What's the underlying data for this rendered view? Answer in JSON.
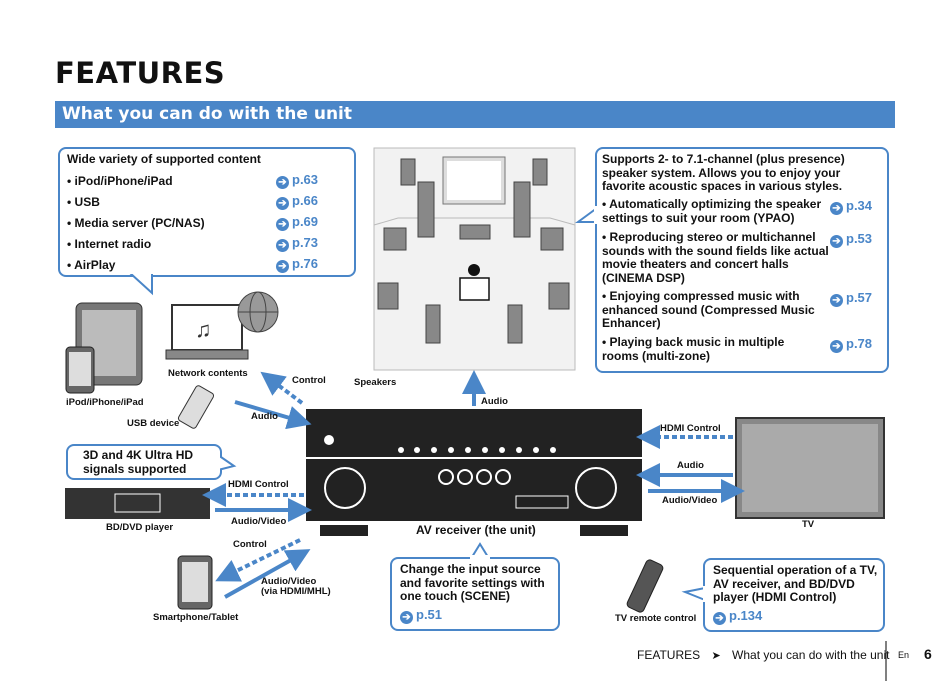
{
  "page": {
    "title": "FEATURES",
    "section_bar": "What you can do with the unit"
  },
  "content_box": {
    "heading": "Wide variety of supported content",
    "items": [
      {
        "label": "• iPod/iPhone/iPad",
        "ref": "p.63"
      },
      {
        "label": "• USB",
        "ref": "p.66"
      },
      {
        "label": "• Media server (PC/NAS)",
        "ref": "p.69"
      },
      {
        "label": "• Internet radio",
        "ref": "p.73"
      },
      {
        "label": "• AirPlay",
        "ref": "p.76"
      }
    ]
  },
  "speaker_box": {
    "heading": "Supports 2- to 7.1-channel (plus presence) speaker system. Allows you to enjoy your favorite acoustic spaces in various styles.",
    "items": [
      {
        "label": "• Automatically optimizing the speaker settings to suit your room (YPAO)",
        "ref": "p.34"
      },
      {
        "label": "• Reproducing stereo or multichannel sounds with the sound fields like actual movie theaters and concert halls (CINEMA DSP)",
        "ref": "p.53"
      },
      {
        "label": "• Enjoying compressed music with enhanced sound (Compressed Music Enhancer)",
        "ref": "p.57"
      },
      {
        "label": "• Playing back music in multiple rooms (multi-zone)",
        "ref": "p.78"
      }
    ]
  },
  "hd_box": {
    "text": "3D and 4K Ultra HD signals supported"
  },
  "scene_box": {
    "text": "Change the input source and favorite settings with one touch (SCENE)",
    "ref": "p.51"
  },
  "hdmi_box": {
    "text": "Sequential operation of a TV, AV receiver, and BD/DVD player (HDMI Control)",
    "ref": "p.134"
  },
  "labels": {
    "ipod": "iPod/iPhone/iPad",
    "network": "Network contents",
    "usb": "USB device",
    "speakers": "Speakers",
    "control_top": "Control",
    "audio_left": "Audio",
    "audio_up": "Audio",
    "hdmi_control_left": "HDMI Control",
    "bd": "BD/DVD player",
    "audio_video_left": "Audio/Video",
    "control_phone": "Control",
    "audio_video_phone": "Audio/Video\n(via HDMI/MHL)",
    "smartphone": "Smartphone/Tablet",
    "receiver": "AV receiver (the unit)",
    "hdmi_control_right": "HDMI Control",
    "audio_right": "Audio",
    "audio_video_right": "Audio/Video",
    "tv": "TV",
    "remote": "TV remote control"
  },
  "footer": {
    "section": "FEATURES",
    "arrow": "➤",
    "sub": "What you can do with the unit",
    "lang": "En",
    "page": "6"
  },
  "colors": {
    "accent": "#4a86c8"
  },
  "icons": [
    "chevron-arrow-icon",
    "ipad-icon",
    "laptop-icon",
    "globe-icon",
    "usb-icon",
    "bd-player-icon",
    "smartphone-icon",
    "tv-icon",
    "remote-icon",
    "receiver-icon",
    "speaker-icon",
    "listener-icon"
  ]
}
